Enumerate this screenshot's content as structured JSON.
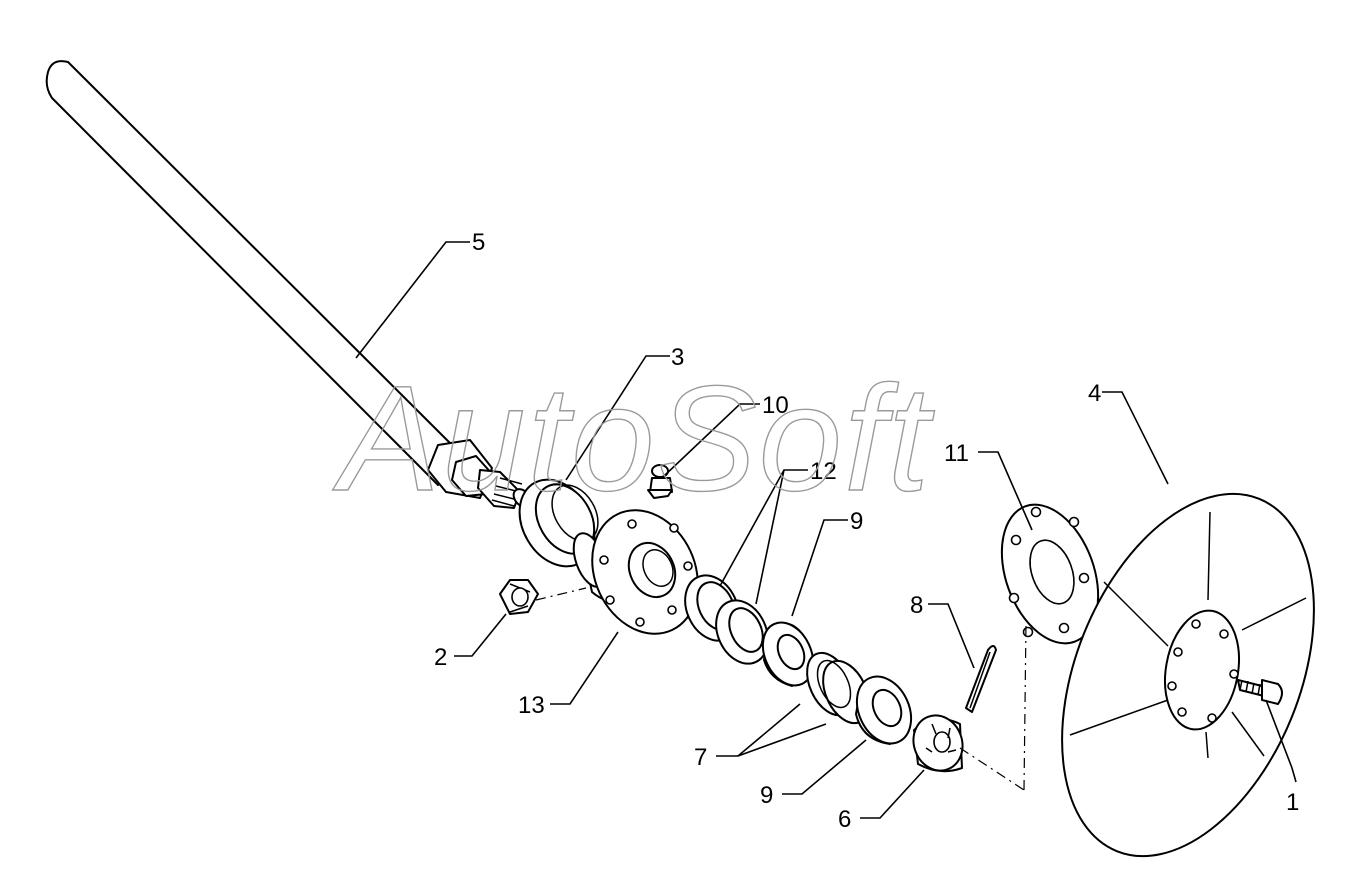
{
  "watermark": "AutoSoft",
  "callouts": {
    "c1": "1",
    "c2": "2",
    "c3": "3",
    "c4": "4",
    "c5": "5",
    "c6": "6",
    "c7": "7",
    "c8": "8",
    "c9a": "9",
    "c9b": "9",
    "c10": "10",
    "c11": "11",
    "c12": "12",
    "c13": "13"
  }
}
